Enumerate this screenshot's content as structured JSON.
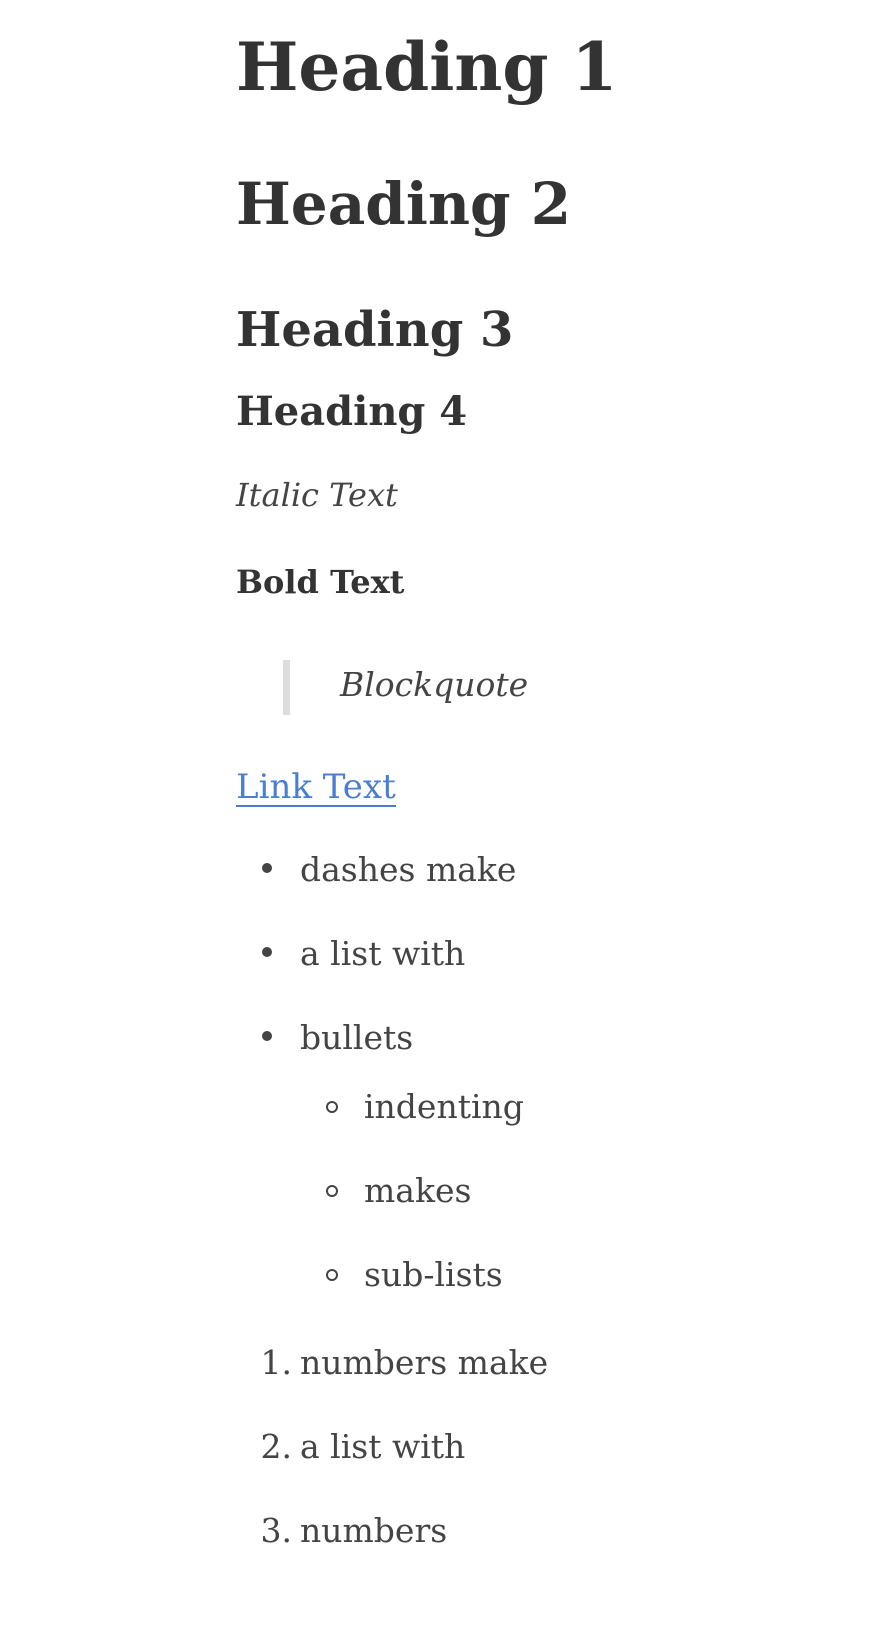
{
  "headings": {
    "h1": "Heading 1",
    "h2": "Heading 2",
    "h3": "Heading 3",
    "h4": "Heading 4"
  },
  "italic_text": "Italic Text",
  "bold_text": "Bold Text",
  "blockquote": "Blockquote",
  "link_text": "Link Text",
  "bullet_list": [
    "dashes make",
    "a list with",
    "bullets"
  ],
  "sub_list": [
    "indenting",
    "makes",
    "sub-lists"
  ],
  "numbered_list": {
    "markers": [
      "1.",
      "2.",
      "3."
    ],
    "items": [
      "numbers make",
      "a list with",
      "numbers"
    ]
  },
  "colors": {
    "text": "#333333",
    "link": "#4a7fd0",
    "blockquote_bar": "#dddddd"
  }
}
